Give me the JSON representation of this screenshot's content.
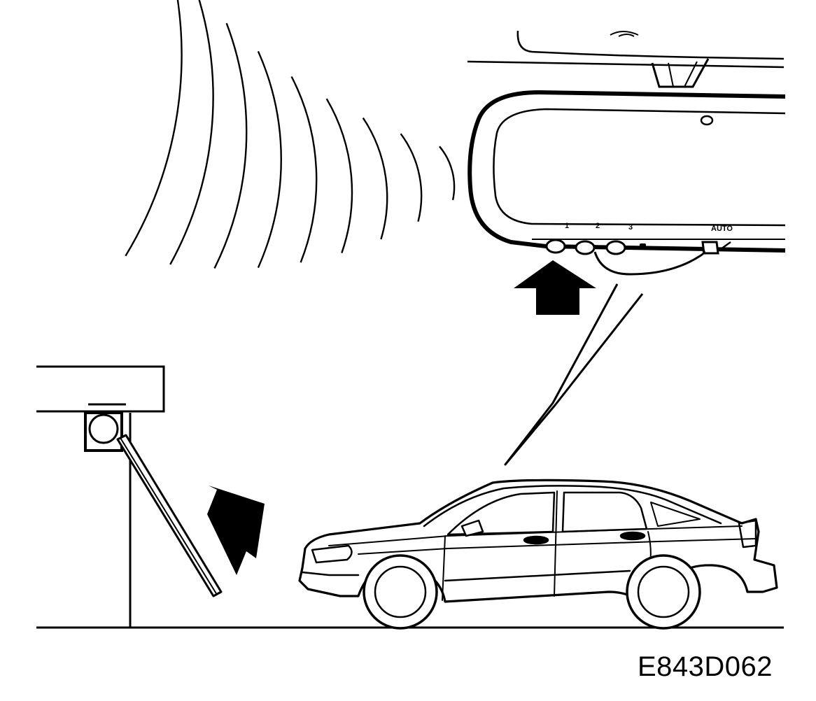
{
  "figure": {
    "code": "E843D062"
  },
  "mirror": {
    "buttons": [
      {
        "label": "1"
      },
      {
        "label": "2"
      },
      {
        "label": "3"
      }
    ],
    "auto_label": "AUTO"
  },
  "colors": {
    "line": "#000000",
    "background": "#ffffff"
  }
}
